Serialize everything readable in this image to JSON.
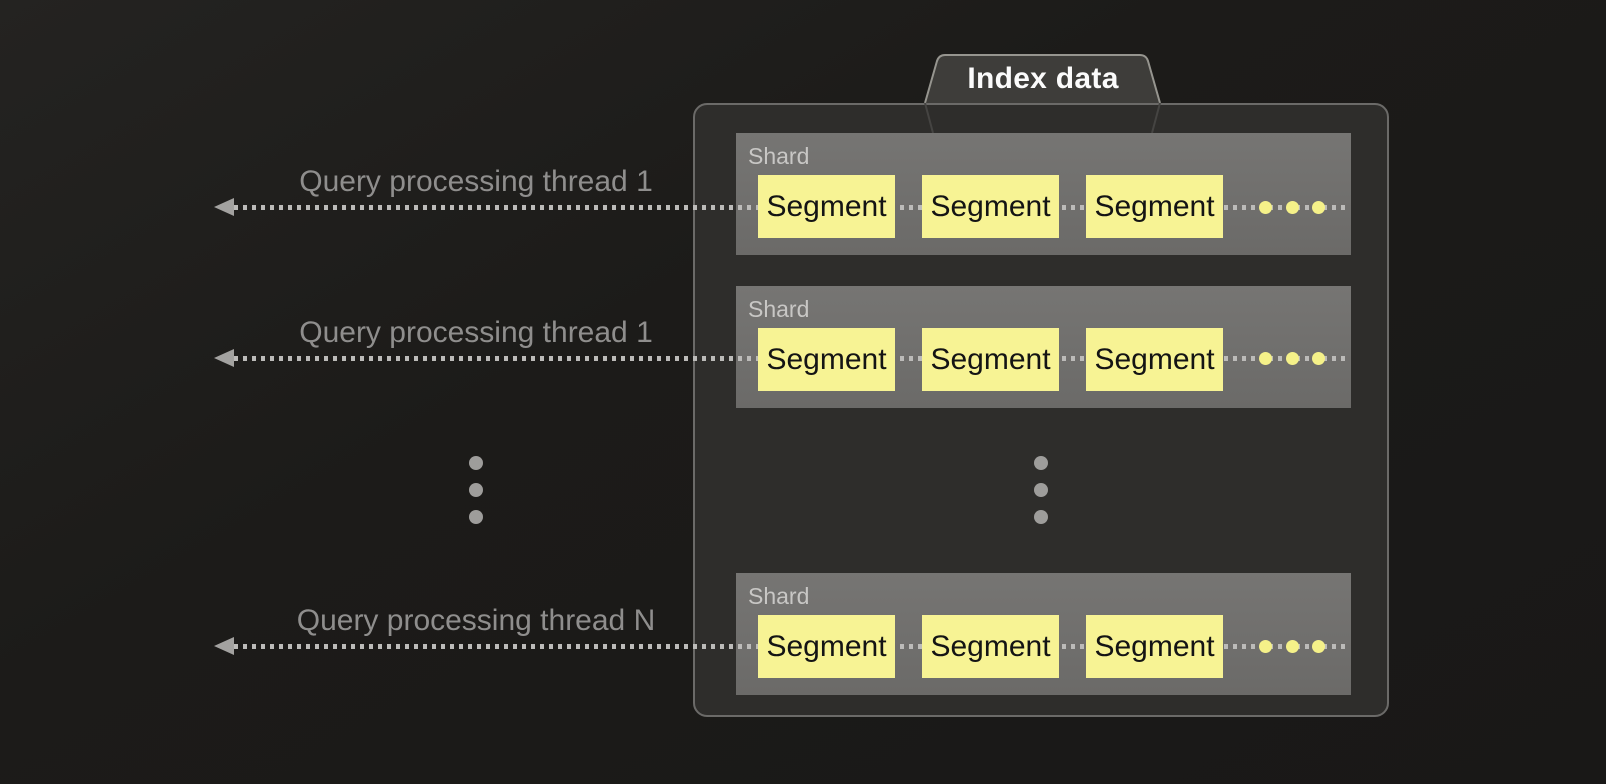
{
  "diagram": {
    "tab": {
      "label": "Index data"
    },
    "threads": [
      {
        "label": "Query processing thread 1"
      },
      {
        "label": "Query processing thread 1"
      },
      {
        "label": "Query processing thread N"
      }
    ],
    "index": {
      "shards": [
        {
          "label": "Shard",
          "segments": [
            "Segment",
            "Segment",
            "Segment"
          ],
          "more_indicator": "three-yellow-dots"
        },
        {
          "label": "Shard",
          "segments": [
            "Segment",
            "Segment",
            "Segment"
          ],
          "more_indicator": "three-yellow-dots"
        },
        {
          "label": "Shard",
          "segments": [
            "Segment",
            "Segment",
            "Segment"
          ],
          "more_indicator": "three-yellow-dots"
        }
      ],
      "more_shards_indicator": "vertical-ellipsis"
    },
    "more_threads_indicator": "vertical-ellipsis",
    "colors": {
      "background": "#1c1b19",
      "panel_fill": "#2e2d2b",
      "panel_border": "#6b6a68",
      "tab_fill": "#3e3d3a",
      "tab_border": "#96958f",
      "tab_text": "#fbfbfb",
      "shard_fill": "#6f6e6c",
      "shard_label_text": "#c8c7c5",
      "segment_fill": "#f7f394",
      "segment_text": "#141414",
      "thread_label_text": "#8f8e8d",
      "arrow_dash": "#bcbbb9",
      "arrow_head": "#a3a2a0",
      "yellow_dot": "#f5f189",
      "gray_dot": "#9e9d9b"
    }
  }
}
